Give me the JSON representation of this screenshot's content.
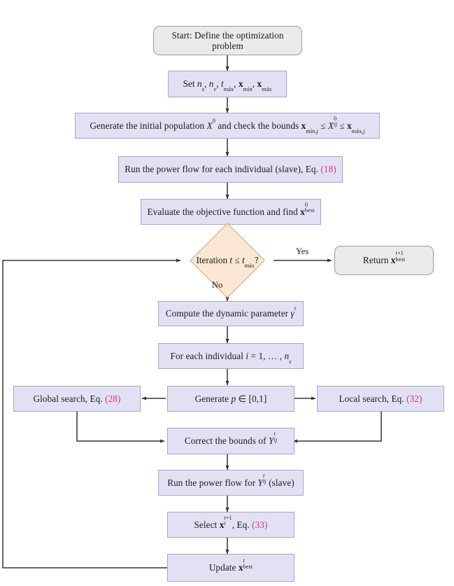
{
  "diagram": {
    "title": "Optimization algorithm flowchart",
    "type": "flowchart",
    "colors": {
      "process_fill": "#e2e1f4",
      "process_border": "#a8a6c8",
      "terminal_fill": "#ebeaea",
      "terminal_border": "#9d9d9d",
      "decision_fill": "#fbe7d3",
      "decision_border": "#c8a882",
      "equation_ref": "#c3377a",
      "connector": "#333333",
      "background": "#ffffff"
    },
    "nodes": {
      "start": {
        "id": "start",
        "shape": "terminal",
        "text": "Start: Define the optimization problem"
      },
      "set_params": {
        "id": "set_params",
        "shape": "process",
        "text": "Set n_s, n_v, t_máx, x_mín, x_máx"
      },
      "init_pop": {
        "id": "init_pop",
        "shape": "process",
        "text": "Generate the initial population X^0 and check the bounds x_mín,j ≤ X^0_ij ≤ x_máx,j"
      },
      "power_flow_1": {
        "id": "power_flow_1",
        "shape": "process",
        "text": "Run the power flow for each individual (slave), Eq. (18)",
        "eq": "(18)"
      },
      "evaluate": {
        "id": "evaluate",
        "shape": "process",
        "text": "Evaluate the objective function and find x^0_best"
      },
      "decision": {
        "id": "decision",
        "shape": "decision",
        "text": "Iteration t ≤ t_máx?"
      },
      "return": {
        "id": "return",
        "shape": "terminal",
        "text": "Return x^{t+1}_best"
      },
      "dynamic_param": {
        "id": "dynamic_param",
        "shape": "process",
        "text": "Compute the dynamic parameter γ^t"
      },
      "for_each": {
        "id": "for_each",
        "shape": "process",
        "text": "For each individual i = 1, …, n_s"
      },
      "global_search": {
        "id": "global_search",
        "shape": "process",
        "text": "Global search, Eq. (28)",
        "eq": "(28)"
      },
      "generate_p": {
        "id": "generate_p",
        "shape": "process",
        "text": "Generate p ∈ [0,1]"
      },
      "local_search": {
        "id": "local_search",
        "shape": "process",
        "text": "Local search, Eq. (32)",
        "eq": "(32)"
      },
      "correct_bounds": {
        "id": "correct_bounds",
        "shape": "process",
        "text": "Correct the bounds of Y^t_ij"
      },
      "power_flow_2": {
        "id": "power_flow_2",
        "shape": "process",
        "text": "Run the power flow for Y^t_ij (slave)"
      },
      "select": {
        "id": "select",
        "shape": "process",
        "text": "Select x^{t+1}_i, Eq. (33)",
        "eq": "(33)"
      },
      "update": {
        "id": "update",
        "shape": "process",
        "text": "Update x^t_best"
      }
    },
    "edge_labels": {
      "yes": "Yes",
      "no": "No"
    },
    "edges": [
      {
        "from": "start",
        "to": "set_params",
        "label": ""
      },
      {
        "from": "set_params",
        "to": "init_pop",
        "label": ""
      },
      {
        "from": "init_pop",
        "to": "power_flow_1",
        "label": ""
      },
      {
        "from": "power_flow_1",
        "to": "evaluate",
        "label": ""
      },
      {
        "from": "evaluate",
        "to": "decision",
        "label": ""
      },
      {
        "from": "decision",
        "to": "return",
        "label": "Yes"
      },
      {
        "from": "decision",
        "to": "dynamic_param",
        "label": "No"
      },
      {
        "from": "dynamic_param",
        "to": "for_each",
        "label": ""
      },
      {
        "from": "for_each",
        "to": "generate_p",
        "label": ""
      },
      {
        "from": "generate_p",
        "to": "global_search",
        "label": ""
      },
      {
        "from": "generate_p",
        "to": "local_search",
        "label": ""
      },
      {
        "from": "global_search",
        "to": "correct_bounds",
        "label": ""
      },
      {
        "from": "local_search",
        "to": "correct_bounds",
        "label": ""
      },
      {
        "from": "correct_bounds",
        "to": "power_flow_2",
        "label": ""
      },
      {
        "from": "power_flow_2",
        "to": "select",
        "label": ""
      },
      {
        "from": "select",
        "to": "update",
        "label": ""
      },
      {
        "from": "update",
        "to": "decision",
        "label": ""
      }
    ],
    "symbols": {
      "n_s": "n",
      "n_s_sub": "s",
      "n_v": "n",
      "n_v_sub": "v",
      "t_max": "t",
      "t_max_sub": "máx",
      "x_min": "x",
      "x_min_sub": "mín",
      "x_max": "x",
      "x_max_sub": "máx"
    },
    "text_parts": {
      "start_label": "Start: Define the optimization problem",
      "set_prefix": "Set ",
      "init_prefix": "Generate the initial population ",
      "init_mid": " and check the bounds ",
      "pf1_text": "Run the power flow for each individual (slave), Eq. ",
      "pf1_eq": "(18)",
      "eval_text": "Evaluate the objective function and find ",
      "decision_text": "Iteration ",
      "return_text": "Return ",
      "dyn_text": "Compute the dynamic parameter ",
      "foreach_text": "For each individual ",
      "global_text": "Global search, Eq. ",
      "global_eq": "(28)",
      "genp_text": "Generate ",
      "local_text": "Local search, Eq. ",
      "local_eq": "(32)",
      "correct_text": "Correct the bounds of ",
      "pf2_prefix": "Run the power flow for ",
      "pf2_suffix": " (slave)",
      "select_text": "Select ",
      "select_eq": "(33)",
      "select_mid": ", Eq. ",
      "update_text": "Update "
    }
  }
}
